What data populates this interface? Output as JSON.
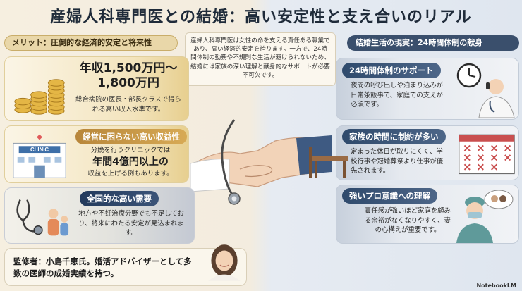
{
  "title": "産婦人科専門医との結婚：高い安定性と支え合いのリアル",
  "intro": "産婦人科専門医は女性の命を支える責任ある職業であり、高い経済的安定を誇ります。一方で、24時間体制の勤務や不規則な生活が避けられないため、結婚には家族の深い理解と献身的なサポートが必要不可欠です。",
  "left": {
    "header": "メリット：圧倒的な経済的安定と将来性",
    "income": {
      "amount_line1": "年収1,500万円〜",
      "amount_line2": "1,800万円",
      "desc": "総合病院の医長・部長クラスで得られる高い収入水準です。"
    },
    "clinic": {
      "label": "経営に困らない高い収益性",
      "sign": "CLINIC",
      "desc_pre": "分娩を行うクリニックでは",
      "desc_big": "年間4億円以上の",
      "desc_post": "収益を上げる例もあります。"
    },
    "demand": {
      "label": "全国的な高い需要",
      "desc": "地方や不妊治療分野でも不足しており、将来にわたる安定が見込まれます。"
    }
  },
  "right": {
    "header": "結婚生活の現実：24時間体制の献身",
    "support": {
      "label": "24時間体制のサポート",
      "desc": "夜間の呼び出しや泊まり込みが日常茶飯事で、家庭での支えが必須です。"
    },
    "family": {
      "label": "家族の時間に制約が多い",
      "desc": "定まった休日が取りにくく、学校行事や冠婚葬祭より仕事が優先されます。"
    },
    "pro": {
      "label": "強いプロ意識への理解",
      "desc": "責任感が強いほど家庭を顧みる余裕がなくなりやすく、妻の心構えが重要です。"
    }
  },
  "credit": {
    "text": "監修者：小島千恵氏。婚活アドバイザーとして多数の医師の成婚実績を持つ。"
  },
  "brand": "NotebookLM",
  "colors": {
    "gold": "#c9a054",
    "navy": "#2f4566",
    "background_left": "#f6efe0",
    "background_right": "#dfe6ef"
  }
}
